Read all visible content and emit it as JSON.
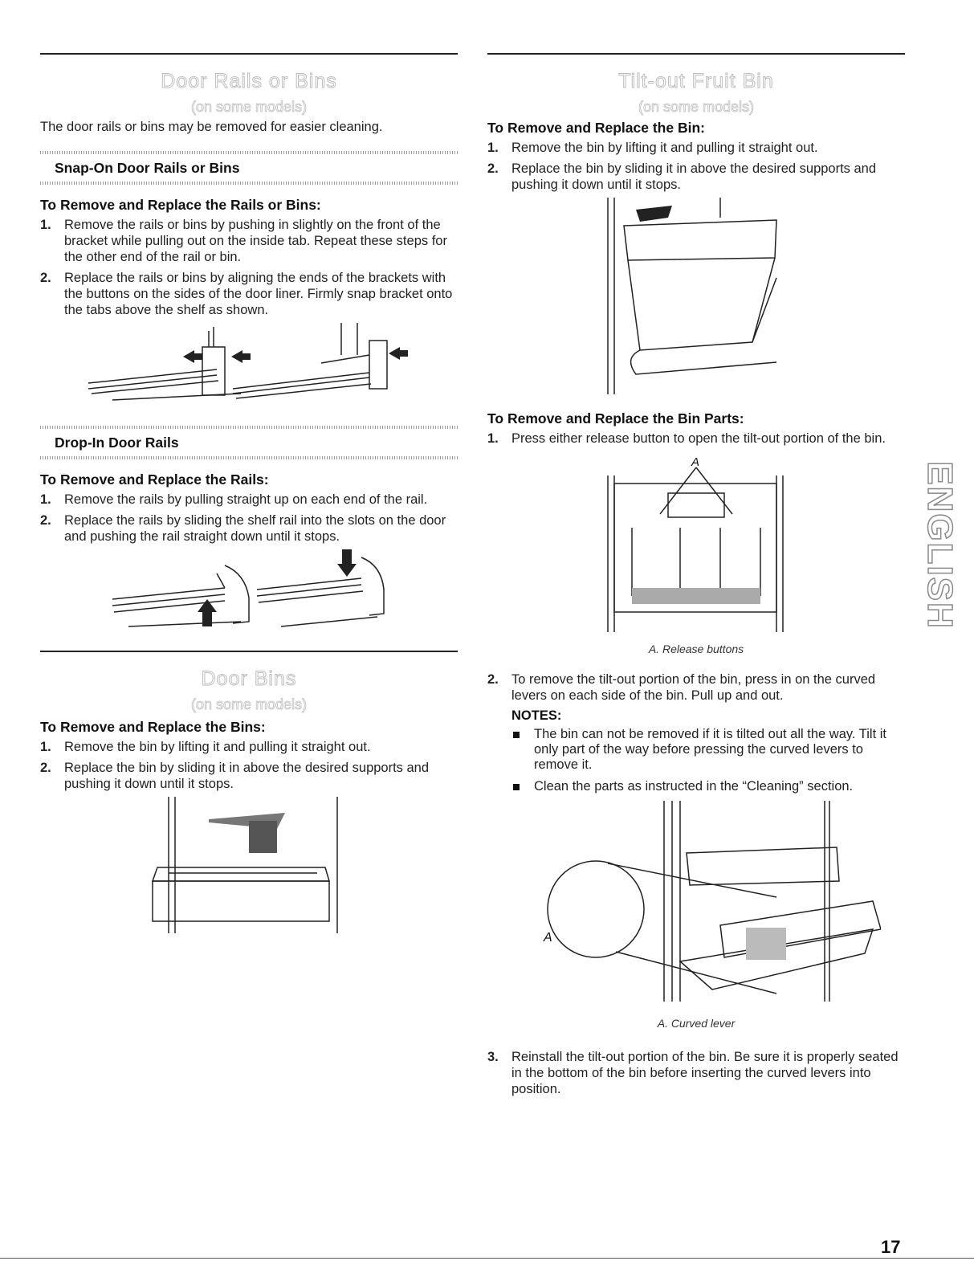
{
  "left": {
    "rails": {
      "title": "Door Rails or Bins",
      "subtitle": "(on some models)",
      "intro": "The door rails or bins may be removed for easier cleaning.",
      "snap": {
        "heading": "Snap-On Door Rails or Bins",
        "proc": "To Remove and Replace the Rails or Bins:",
        "steps": [
          {
            "n": "1.",
            "text": "Remove the rails or bins by pushing in slightly on the front of the bracket while pulling out on the inside tab. Repeat these steps for the other end of the rail or bin."
          },
          {
            "n": "2.",
            "text": "Replace the rails or bins by aligning the ends of the brackets with the buttons on the sides of the door liner. Firmly snap bracket onto the tabs above the shelf as shown."
          }
        ]
      },
      "dropin": {
        "heading": "Drop-In Door Rails",
        "proc": "To Remove and Replace the Rails:",
        "steps": [
          {
            "n": "1.",
            "text": "Remove the rails by pulling straight up on each end of the rail."
          },
          {
            "n": "2.",
            "text": "Replace the rails by sliding the shelf rail into the slots on the door and pushing the rail straight down until it stops."
          }
        ]
      }
    },
    "bins": {
      "title": "Door Bins",
      "subtitle": "(on some models)",
      "proc": "To Remove and Replace the Bins:",
      "steps": [
        {
          "n": "1.",
          "text": "Remove the bin by lifting it and pulling it straight out."
        },
        {
          "n": "2.",
          "text": "Replace the bin by sliding it in above the desired supports and pushing it down until it stops."
        }
      ]
    }
  },
  "right": {
    "title": "Tilt-out Fruit Bin",
    "subtitle": "(on some models)",
    "proc1": "To Remove and Replace the Bin:",
    "steps1": [
      {
        "n": "1.",
        "text": "Remove the bin by lifting it and pulling it straight out."
      },
      {
        "n": "2.",
        "text": "Replace the bin by sliding it in above the desired supports and pushing it down until it stops."
      }
    ],
    "proc2": "To Remove and Replace the Bin Parts:",
    "step_a": {
      "n": "1.",
      "text": "Press either release button to open the tilt-out portion of the bin."
    },
    "fig_label_a": "A",
    "caption1": "A. Release buttons",
    "step_b": {
      "n": "2.",
      "text": "To remove the tilt-out portion of the bin, press in on the curved levers on each side of the bin. Pull up and out."
    },
    "notes_label": "NOTES:",
    "notes": [
      "The bin can not be removed if it is tilted out all the way. Tilt it only part of the way before pressing the curved levers to remove it.",
      "Clean the parts as instructed in the “Cleaning” section."
    ],
    "fig_label_b": "A",
    "caption2": "A. Curved lever",
    "step_c": {
      "n": "3.",
      "text": "Reinstall the tilt-out portion of the bin. Be sure it is properly seated in the bottom of the bin before inserting the curved levers into position."
    }
  },
  "side_tab": "ENGLISH",
  "page_number": "17"
}
